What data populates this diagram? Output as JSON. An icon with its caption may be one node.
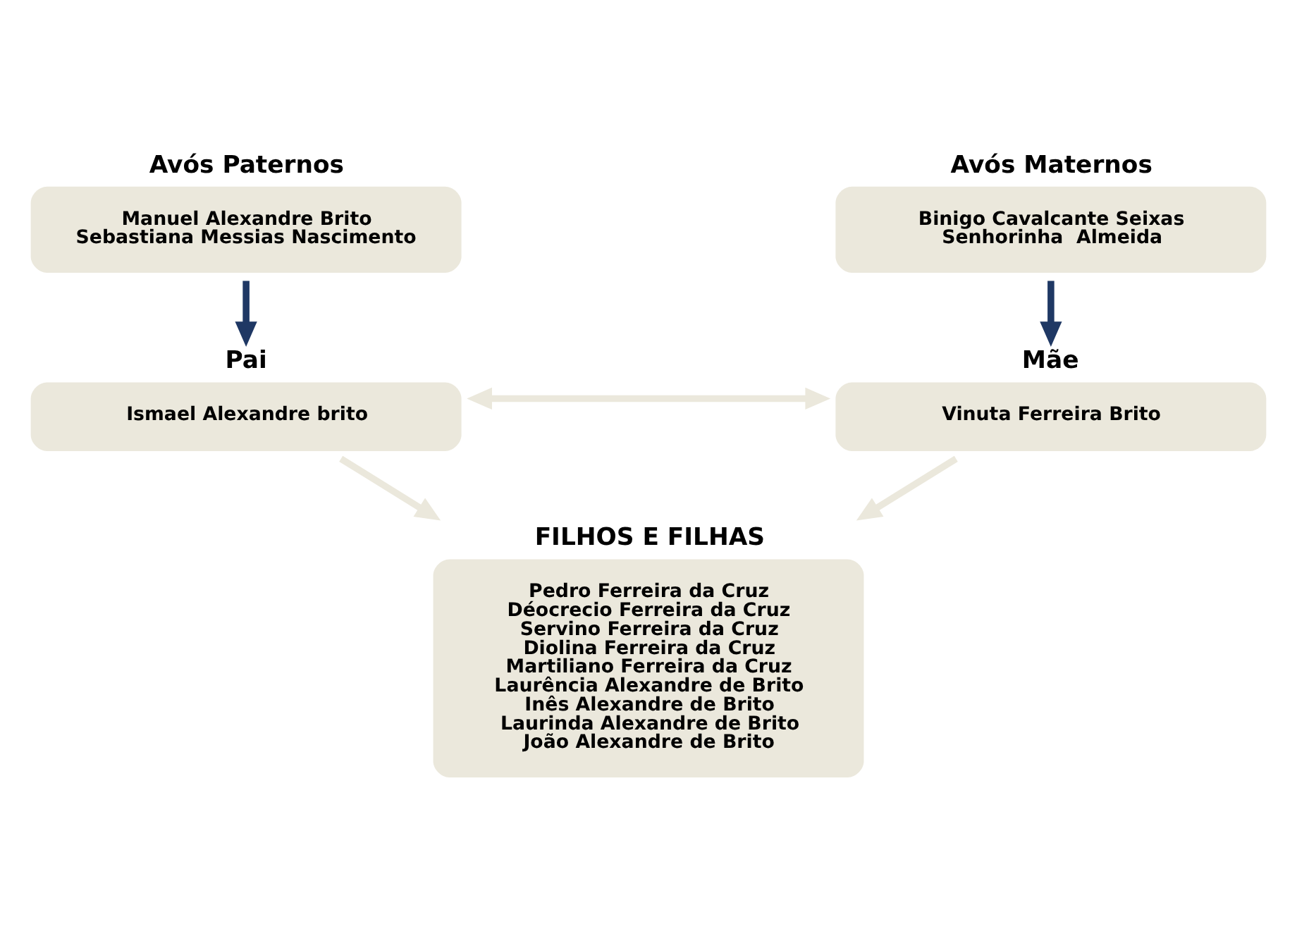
{
  "diagram": {
    "nodes": [
      {
        "text": [
          "Avós Paternos",
          "Manuel Alexandre Brito",
          "Sebastiana Messias Nascimento"
        ]
      },
      {
        "text": [
          "Avós Maternos",
          "Binigo Cavalcante Seixas",
          "Senhorinha  Almeida"
        ]
      },
      {
        "text": [
          "Pai",
          "Ismael Alexandre brito"
        ]
      },
      {
        "text": [
          "Mãe",
          "Vinuta Ferreira Brito"
        ]
      },
      {
        "text": [
          "FILHOS E FILHAS",
          "Pedro Ferreira da Cruz",
          "Déocrecio Ferreira da Cruz",
          "Servino Ferreira da Cruz",
          "Diolina Ferreira da Cruz",
          "Martiliano Ferreira da Cruz",
          "Laurência Alexandre de Brito",
          "Inês Alexandre de Brito",
          "Laurinda Alexandre de Brito",
          "João Alexandre de Brito"
        ]
      }
    ],
    "edges": [
      {
        "from": 0,
        "to": 2,
        "arrow": "to",
        "color": "#1f3864"
      },
      {
        "from": 1,
        "to": 3,
        "arrow": "to",
        "color": "#1f3864"
      },
      {
        "from": 2,
        "to": 3,
        "arrow": "both"
      },
      {
        "from": 2,
        "to": 4,
        "arrow": "to"
      },
      {
        "from": 3,
        "to": 4,
        "arrow": "to"
      }
    ]
  }
}
